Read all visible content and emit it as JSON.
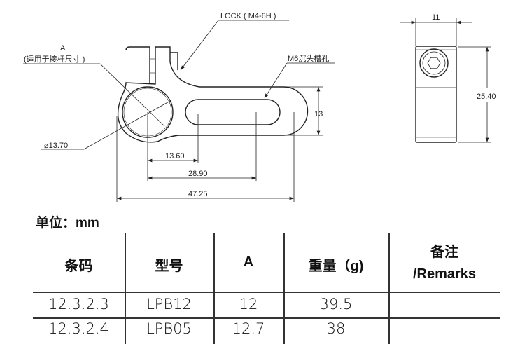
{
  "drawing": {
    "lock_label": "LOCK ( M4-6H )",
    "a_label": "A",
    "a_note": "(适用于接杆尺寸 )",
    "diameter_label": "⌀13.70",
    "slot_label": "M6沉头槽孔",
    "dim_13": "13",
    "dim_13_60": "13.60",
    "dim_28_90": "28.90",
    "dim_47_25": "47.25",
    "dim_11": "11",
    "dim_25_40": "25.40"
  },
  "unit_label": "单位：mm",
  "table": {
    "headers": [
      "条码",
      "型号",
      "A",
      "重量（g)",
      "备注",
      "/Remarks"
    ],
    "rows": [
      [
        "12.3.2.3",
        "LPB12",
        "12",
        "39.5",
        ""
      ],
      [
        "12.3.2.4",
        "LPB05",
        "12.7",
        "38",
        ""
      ]
    ]
  }
}
